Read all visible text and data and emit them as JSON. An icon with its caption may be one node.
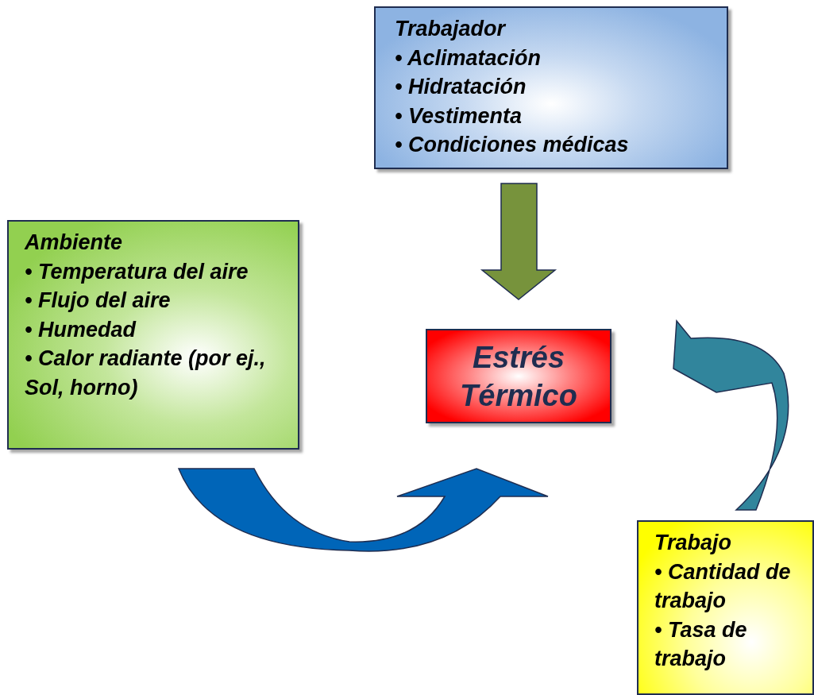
{
  "diagram": {
    "nodes": [
      {
        "text": [
          "Trabajador",
          "• Aclimatación",
          "• Hidratación",
          "• Vestimenta",
          "• Condiciones médicas"
        ]
      },
      {
        "text": [
          "Ambiente",
          "• Temperatura del aire",
          "• Flujo del aire",
          "• Humedad",
          "• Calor radiante (por ej., Sol, horno)"
        ]
      },
      {
        "text": [
          "Estrés Térmico"
        ]
      },
      {
        "text": [
          "Trabajo",
          "• Cantidad de trabajo",
          "• Tasa de trabajo"
        ]
      }
    ],
    "edges": [
      {
        "from": 0,
        "to": 2,
        "arrow": "to",
        "style": "thick",
        "color": "#77933c"
      },
      {
        "from": 1,
        "to": 2,
        "arrow": "to",
        "style": "thick",
        "color": "#0065b8"
      },
      {
        "from": 3,
        "to": 2,
        "arrow": "to",
        "style": "thick",
        "color": "#31859c"
      }
    ]
  }
}
